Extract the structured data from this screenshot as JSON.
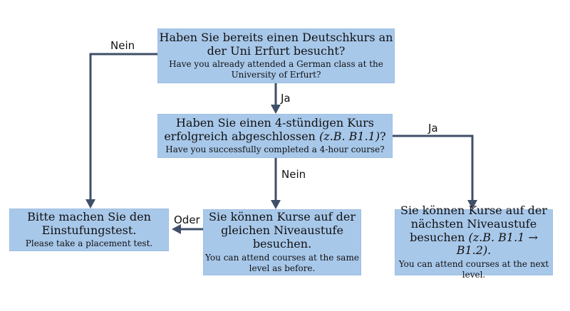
{
  "nodes": {
    "q1": {
      "main_line1": "Haben Sie bereits einen Deutschkurs an",
      "main_line2": "der Uni Erfurt besucht?",
      "sub_line1": "Have you already attended a German class at the",
      "sub_line2": "University of Erfurt?"
    },
    "q2": {
      "main_line1": "Haben Sie einen 4-stündigen Kurs",
      "main_line2_prefix": "erfolgreich abgeschlossen ",
      "main_line2_example": "(z.B. B1.1)",
      "main_line2_suffix": "?",
      "sub_line1": "Have you successfully completed a 4-hour course?"
    },
    "placement": {
      "main_line1": "Bitte machen Sie den",
      "main_line2": "Einstufungstest.",
      "sub_line1": "Please take a placement test."
    },
    "same_level": {
      "main_line1": "Sie können Kurse auf der",
      "main_line2": "gleichen Niveaustufe",
      "main_line3": "besuchen.",
      "sub_line1": "You can attend courses at the same",
      "sub_line2": "level as before."
    },
    "next_level": {
      "main_line1": "Sie können Kurse auf der",
      "main_line2": "nächsten Niveaustufe",
      "main_line3_prefix": "besuchen ",
      "main_line3_example": "(z.B. B1.1 → B1.2).",
      "sub_line1": "You can attend courses at the next",
      "sub_line2": "level."
    }
  },
  "edge_labels": {
    "q1_no": "Nein",
    "q1_yes": "Ja",
    "q2_yes": "Ja",
    "q2_no": "Nein",
    "or": "Oder"
  },
  "colors": {
    "box_fill": "#a8c8ea",
    "connector": "#3f4f68"
  }
}
